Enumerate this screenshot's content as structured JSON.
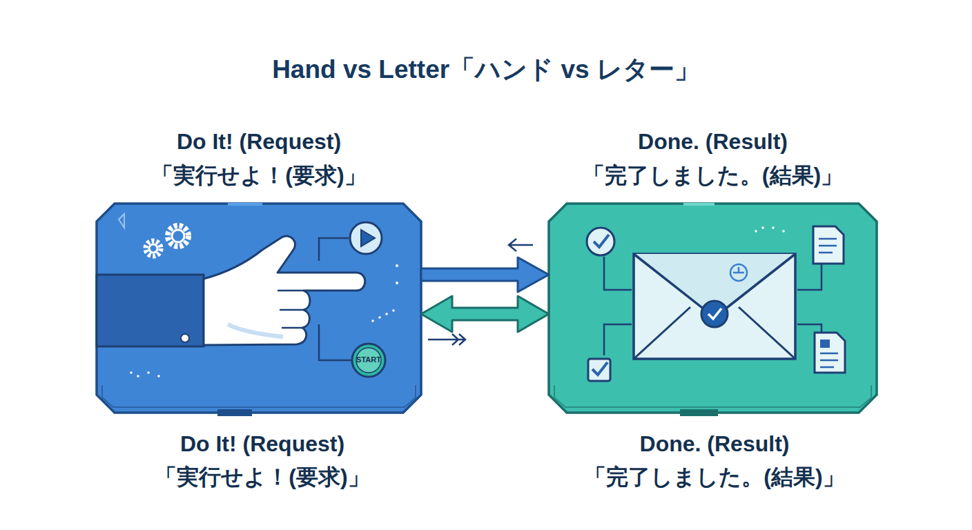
{
  "diagram": {
    "title": "Hand vs Letter「ハンド vs レター」",
    "nodes": [
      {
        "text": [
          "Do It! (Request)",
          "「実行せよ！(要求)」"
        ]
      },
      {
        "text": [
          "Done. (Result)",
          "「完了しました。(結果)」"
        ]
      }
    ],
    "edges": [
      {
        "from": 0,
        "to": 1,
        "arrow": "to"
      },
      {
        "from": 0,
        "to": 1,
        "arrow": "both"
      }
    ],
    "labels": [
      "START",
      "Do It! (Request)",
      "「実行せよ！(要求)」",
      "Done. (Result)",
      "「完了しました。(結果)」"
    ]
  }
}
